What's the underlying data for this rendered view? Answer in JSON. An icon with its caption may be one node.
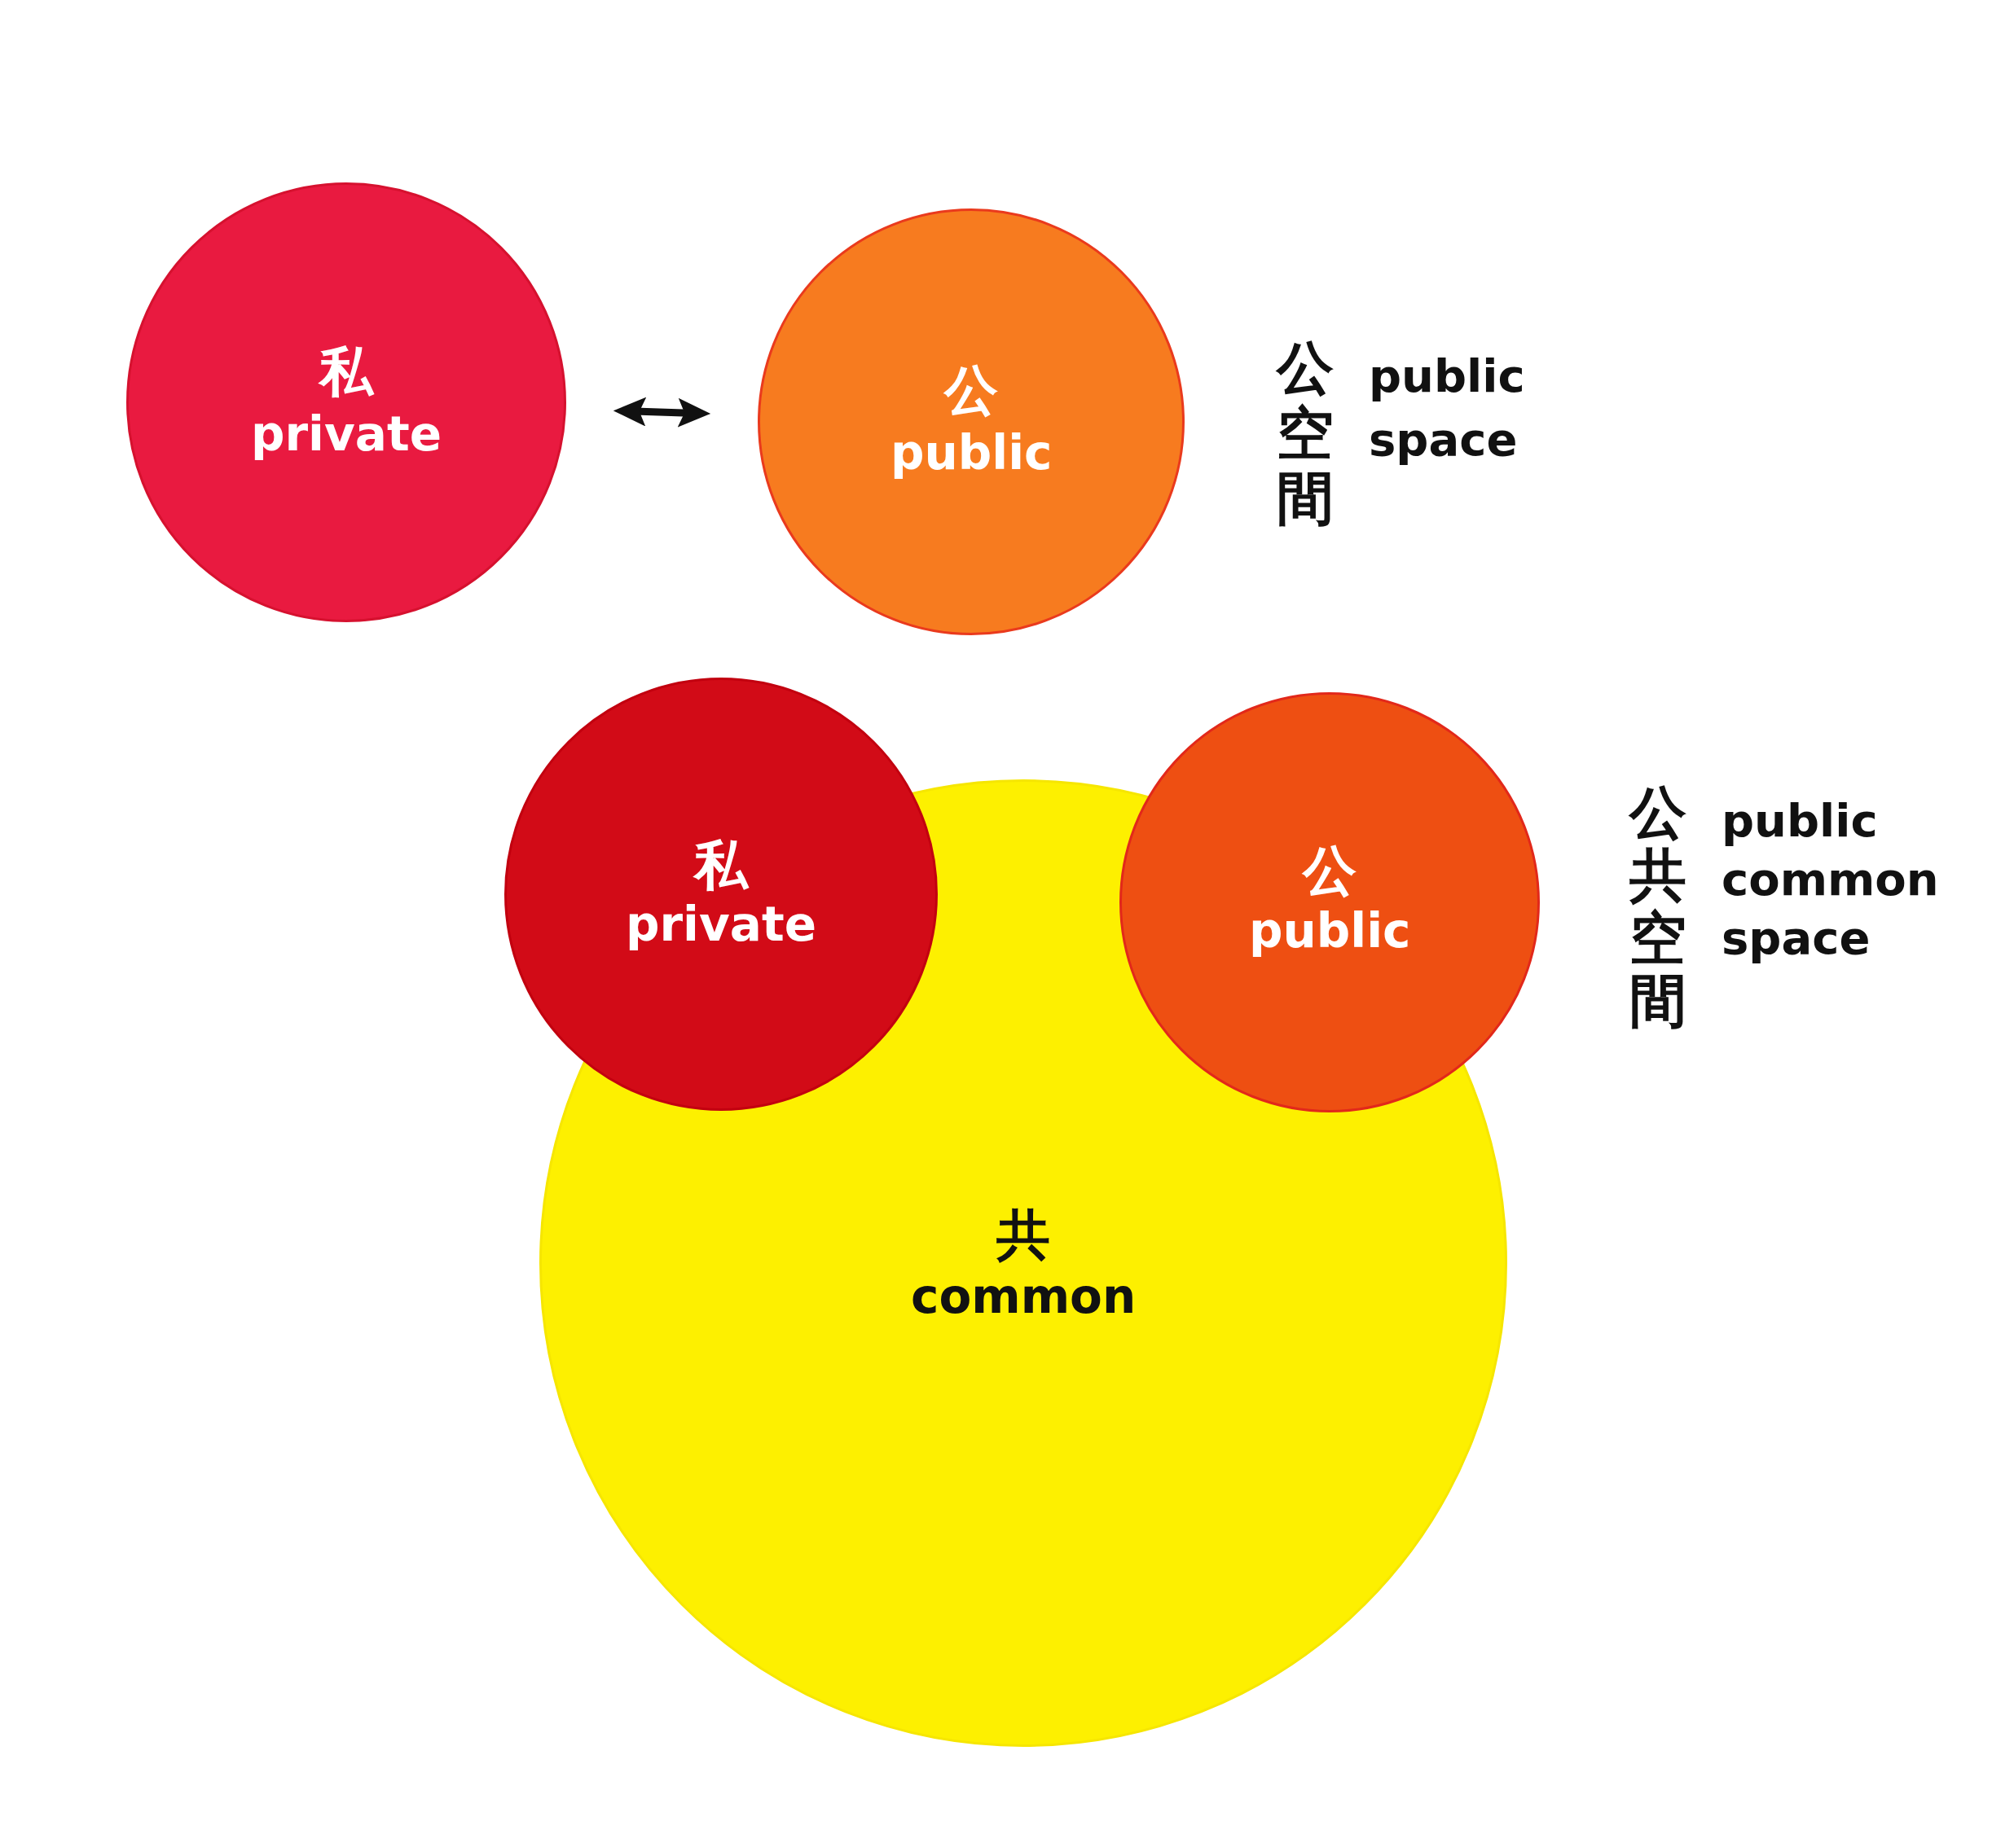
{
  "diagram": {
    "nodes": [
      {
        "text": [
          "私",
          "private"
        ]
      },
      {
        "text": [
          "公",
          "public"
        ]
      },
      {
        "text": [
          "私",
          "private"
        ]
      },
      {
        "text": [
          "公",
          "public"
        ]
      },
      {
        "text": [
          "共",
          "common"
        ]
      }
    ],
    "edges": [
      {
        "from": 0,
        "to": 1,
        "arrow": "both"
      }
    ],
    "labels": [
      "公空間",
      "public space",
      "公共空間",
      "public common space"
    ]
  }
}
